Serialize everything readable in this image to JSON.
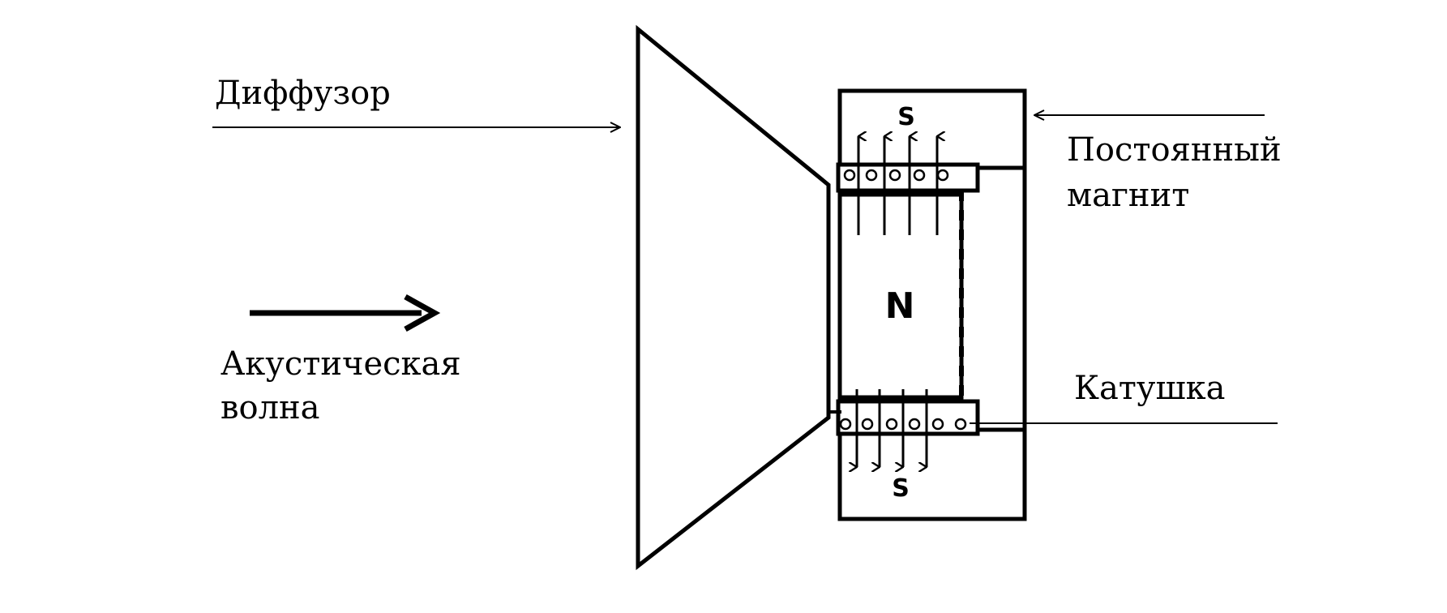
{
  "labels": {
    "diffuser": "Диффузор",
    "permanent_magnet_line1": "Постоянный",
    "permanent_magnet_line2": "магнит",
    "coil": "Катушка",
    "acoustic_wave_line1": "Акустическая",
    "acoustic_wave_line2": "волна"
  },
  "poles": {
    "top_south": "S",
    "center_north": "N",
    "bottom_south": "S"
  },
  "colors": {
    "line": "#000000",
    "background": "#ffffff"
  }
}
